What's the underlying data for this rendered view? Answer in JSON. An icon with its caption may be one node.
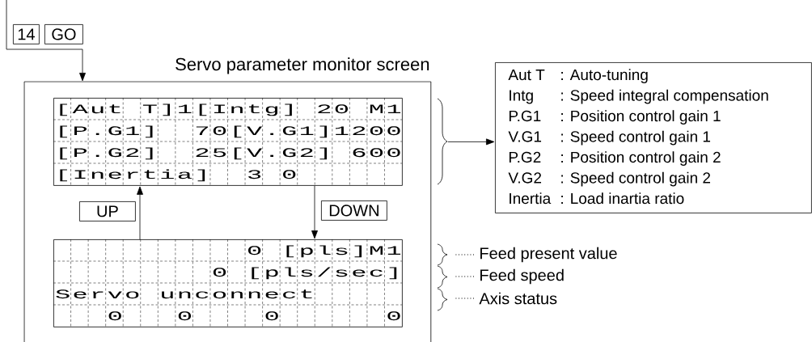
{
  "diagram": {
    "nodes": [
      {
        "text": [
          "14"
        ]
      },
      {
        "text": [
          "GO"
        ]
      },
      {
        "text": [
          "Servo parameter monitor screen"
        ]
      },
      {
        "text": [
          "[Aut T]1[Intg] 20 M1",
          "[P.G1]",
          "70[V.G1]1200",
          "[P.G2]",
          "25[V.G2] 600",
          "[Inertia]",
          "3 0"
        ],
        "in": 2
      },
      {
        "text": [
          "UP"
        ],
        "in": 2
      },
      {
        "text": [
          "DOWN"
        ],
        "in": 2
      },
      {
        "text": [
          "0 [pls]M1",
          "0 [pls/sec]",
          "Servo unconnect",
          "0",
          "0",
          "0",
          "0"
        ],
        "in": 2
      },
      {
        "text": [],
        "shape": "brace"
      },
      {
        "text": [
          "Aut T",
          ": Auto-tuning",
          "Intg",
          ": Speed integral compensation",
          "P.G1",
          ": Position control gain 1",
          "V.G1",
          ": Speed control gain 1",
          "P.G2",
          ": Position control gain 2",
          "V.G2",
          ": Speed control gain 2",
          "Inertia",
          ": Load inartia ratio"
        ]
      },
      {
        "text": [],
        "shape": "brace"
      },
      {
        "text": [
          "Feed present value"
        ]
      },
      {
        "text": [],
        "shape": "brace"
      },
      {
        "text": [
          "Feed speed"
        ]
      },
      {
        "text": [],
        "shape": "brace"
      },
      {
        "text": [
          "Axis status"
        ]
      }
    ],
    "edges": [
      {
        "from": null,
        "to": 2,
        "arrow": "to"
      },
      {
        "from": 6,
        "to": 3,
        "arrow": "to"
      },
      {
        "from": 3,
        "to": 6,
        "arrow": "to"
      },
      {
        "from": 7,
        "to": 8,
        "arrow": "to"
      },
      {
        "from": 10,
        "to": 9,
        "arrow": "none",
        "style": "dashed"
      },
      {
        "from": 12,
        "to": 11,
        "arrow": "none",
        "style": "dashed"
      },
      {
        "from": 14,
        "to": 13,
        "arrow": "none",
        "style": "dashed"
      }
    ]
  }
}
